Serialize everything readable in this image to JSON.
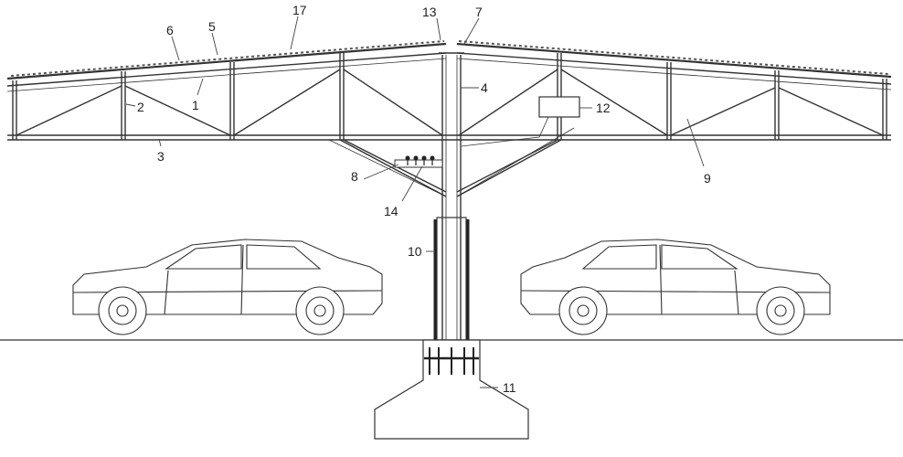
{
  "labels": {
    "l1": "1",
    "l2": "2",
    "l3": "3",
    "l4": "4",
    "l5": "5",
    "l6": "6",
    "l7": "7",
    "l8": "8",
    "l9": "9",
    "l10": "10",
    "l11": "11",
    "l12": "12",
    "l13": "13",
    "l14": "14",
    "l17": "17"
  },
  "colors": {
    "line": "#333333",
    "background": "#ffffff"
  }
}
